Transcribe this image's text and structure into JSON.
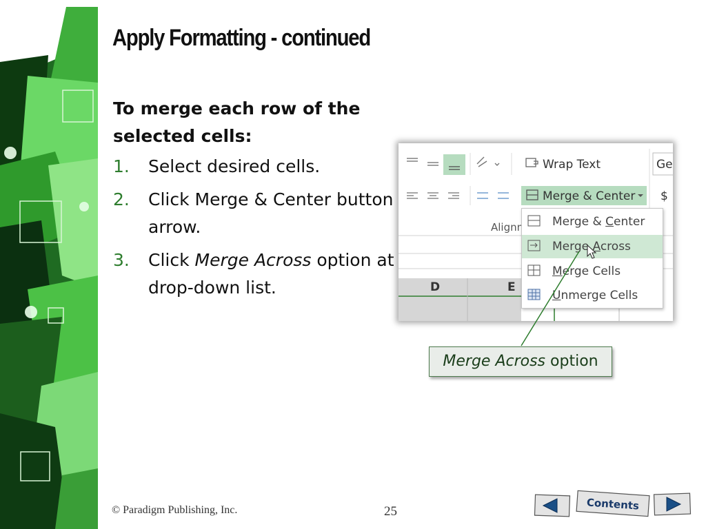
{
  "slide": {
    "title": "Apply Formatting - continued",
    "lead": "To merge each row of the selected cells:",
    "steps": [
      {
        "num": "1.",
        "text": "Select desired cells."
      },
      {
        "num": "2.",
        "text": "Click Merge & Center button arrow."
      },
      {
        "num": "3.",
        "text_italic": "Merge Across",
        "text_prefix": "Click ",
        "text_suffix": "option at drop-down list."
      }
    ]
  },
  "screenshot": {
    "wrap_text": "Wrap Text",
    "merge_center": "Merge & Center",
    "number_format": "Gen",
    "currency": "$",
    "group_label": "Alignm",
    "columns": [
      "D",
      "E"
    ],
    "menu": [
      {
        "pre": "Merge & ",
        "u": "C",
        "post": "enter",
        "icon": "merge-center-icon"
      },
      {
        "pre": "Merge ",
        "u": "A",
        "post": "cross",
        "icon": "merge-across-icon"
      },
      {
        "pre": "",
        "u": "M",
        "post": "erge Cells",
        "icon": "merge-cells-icon"
      },
      {
        "pre": "",
        "u": "U",
        "post": "nmerge Cells",
        "icon": "unmerge-cells-icon"
      }
    ]
  },
  "callout": {
    "italic": "Merge Across",
    "plain": "option"
  },
  "footer": {
    "copyright": "© Paradigm Publishing, Inc.",
    "page": "25"
  },
  "nav": {
    "contents": "Contents"
  },
  "colors": {
    "accent": "#2e7d2e",
    "deco_dark": "#0f3d12",
    "deco_bright": "#5fd35b"
  }
}
